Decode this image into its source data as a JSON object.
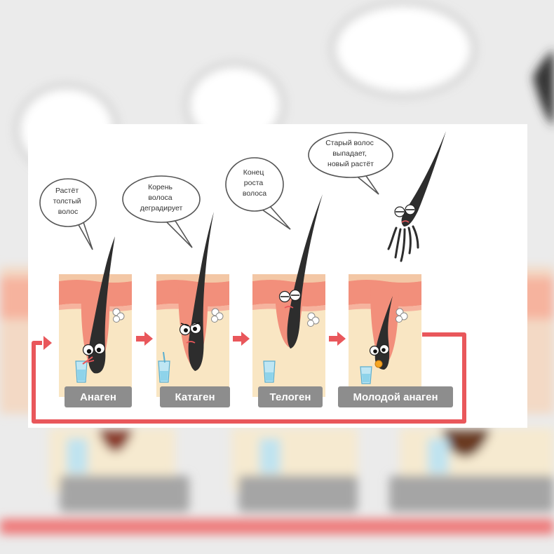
{
  "bubbles": [
    {
      "lines": [
        "Растёт",
        "толстый",
        "волос"
      ]
    },
    {
      "lines": [
        "Корень",
        "волоса",
        "деградирует"
      ]
    },
    {
      "lines": [
        "Конец",
        "роста",
        "волоса"
      ]
    },
    {
      "lines": [
        "Старый волос",
        "выпадает,",
        "новый растёт"
      ]
    }
  ],
  "stages": [
    {
      "label": "Анаген"
    },
    {
      "label": "Катаген"
    },
    {
      "label": "Телоген"
    },
    {
      "label": "Молодой анаген"
    }
  ],
  "colors": {
    "arrow": "#e9575b",
    "skin_top": "#f3c7a5",
    "skin_pink": "#f28f7b",
    "follicle": "#f9e6c3",
    "hair": "#2d2d2d",
    "label_bg": "#8d8d8d",
    "label_text": "#ffffff",
    "glass": "#8ed3ea"
  }
}
